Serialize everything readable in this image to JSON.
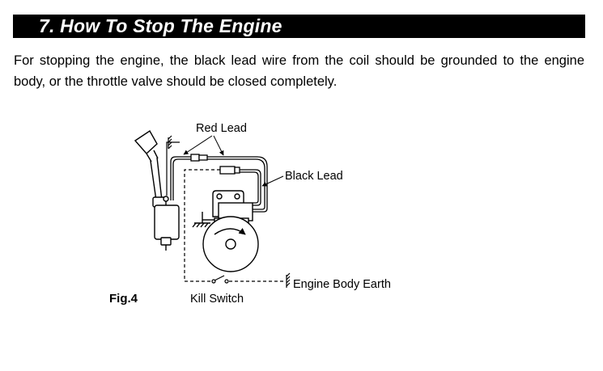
{
  "section": {
    "title": "7. How To Stop The Engine"
  },
  "body_text": "For stopping the engine, the black lead wire from the coil should be grounded to the engine body, or the throttle valve should be closed completely.",
  "figure": {
    "caption": "Fig.4",
    "labels": {
      "red_lead": "Red Lead",
      "black_lead": "Black Lead",
      "engine_body_earth": "Engine Body Earth",
      "kill_switch": "Kill Switch"
    }
  }
}
